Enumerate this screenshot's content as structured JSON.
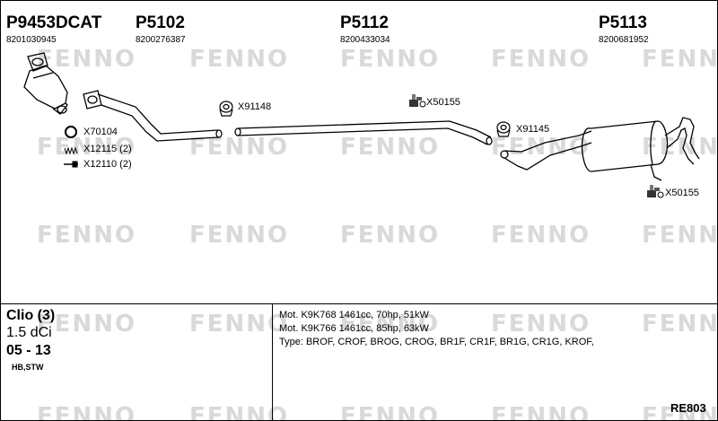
{
  "watermark": "FENNO",
  "parts": [
    {
      "code": "P9453DCAT",
      "number": "8201030945"
    },
    {
      "code": "P5102",
      "number": "8200276387"
    },
    {
      "code": "P5112",
      "number": "8200433034"
    },
    {
      "code": "P5113",
      "number": "8200681952"
    }
  ],
  "accessories": {
    "clamp_left": "X91148",
    "clamp_right": "X91145",
    "hanger_top": "X50155",
    "hanger_bottom": "X50155",
    "gasket": "X70104",
    "spring": "X12115 (2)",
    "bolt": "X12110 (2)"
  },
  "vehicle": {
    "model": "Clio (3)",
    "engine": "1.5 dCi",
    "years": "05 - 13",
    "body": "HB,STW"
  },
  "specs": {
    "line1": "Mot. K9K768 1461cc, 70hp, 51kW",
    "line2": "Mot. K9K766 1461cc, 85hp, 63kW",
    "line3": "Type: BROF, CROF, BROG, CROG, BR1F, CR1F, BR1G, CR1G, KROF,"
  },
  "reference": "RE803"
}
